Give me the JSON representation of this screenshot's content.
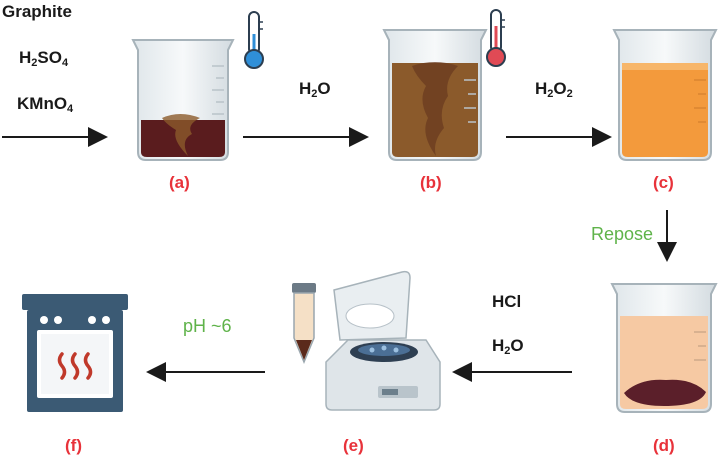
{
  "reagents": {
    "r1": "Graphite",
    "r2_main": "H",
    "r2_sub": "2",
    "r2_tail": "SO",
    "r2_sub2": "4",
    "r3_main": "KMnO",
    "r3_sub": "4"
  },
  "arrow_labels": {
    "water_main": "H",
    "water_sub": "2",
    "water_tail": "O",
    "peroxide_main": "H",
    "peroxide_sub": "2",
    "peroxide_tail": "O",
    "peroxide_sub2": "2",
    "repose": "Repose",
    "hcl": "HCl",
    "wash_water_main": "H",
    "wash_water_sub": "2",
    "wash_water_tail": "O",
    "ph": "pH ~6"
  },
  "steps": {
    "a": "(a)",
    "b": "(b)",
    "c": "(c)",
    "d": "(d)",
    "e": "(e)",
    "f": "(f)"
  },
  "colors": {
    "step_label": "#e8323a",
    "green_label": "#5fb34a",
    "mixture_dark": "#5a1c1e",
    "mixture_brown": "#8b5a2b",
    "mixture_orange": "#f39a3c",
    "mixture_peach": "#f6c9a3",
    "sediment": "#5b1f2a",
    "oven": "#3b5a74",
    "heat_waves": "#c0392b",
    "thermo_cold": "#2f8fd8",
    "thermo_hot": "#e04a55"
  }
}
